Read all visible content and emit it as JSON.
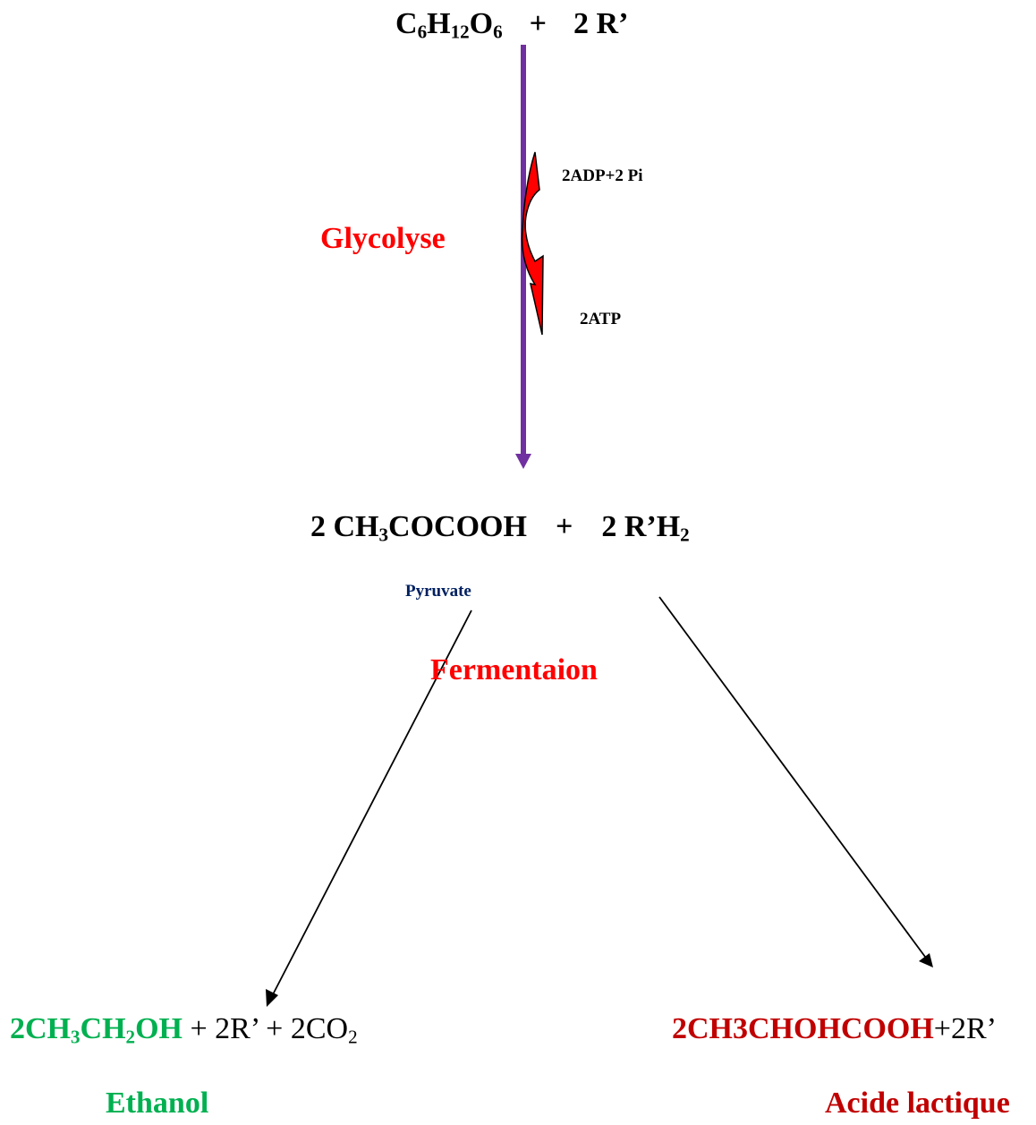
{
  "colors": {
    "red": "#ff0000",
    "dark_red": "#c00000",
    "green": "#00b050",
    "purple": "#7030a0",
    "navy": "#002060",
    "black": "#000000"
  },
  "top_equation": {
    "glucose_parts": [
      "C",
      "6",
      "H",
      "12",
      "O",
      "6"
    ],
    "plus": "+",
    "cofactor": "2 R’"
  },
  "glycolysis": {
    "label": "Glycolyse",
    "input": "2ADP+2 Pi",
    "output": "2ATP"
  },
  "middle_equation": {
    "pyruvate_parts": [
      "2 CH",
      "3",
      "COCOOH"
    ],
    "plus": "+",
    "cofactor_parts": [
      "2 R’H",
      "2"
    ],
    "pyruvate_label": "Pyruvate"
  },
  "fermentation": {
    "label": "Fermentaion"
  },
  "ethanol_branch": {
    "product_parts": [
      "2CH",
      "3",
      "CH",
      "2",
      "OH"
    ],
    "rest_parts": [
      " + 2R’ + 2CO",
      "2"
    ],
    "name": "Ethanol"
  },
  "lactic_branch": {
    "product": "2CH3CHOHCOOH",
    "rest": "+2R’",
    "name": "Acide lactique"
  }
}
